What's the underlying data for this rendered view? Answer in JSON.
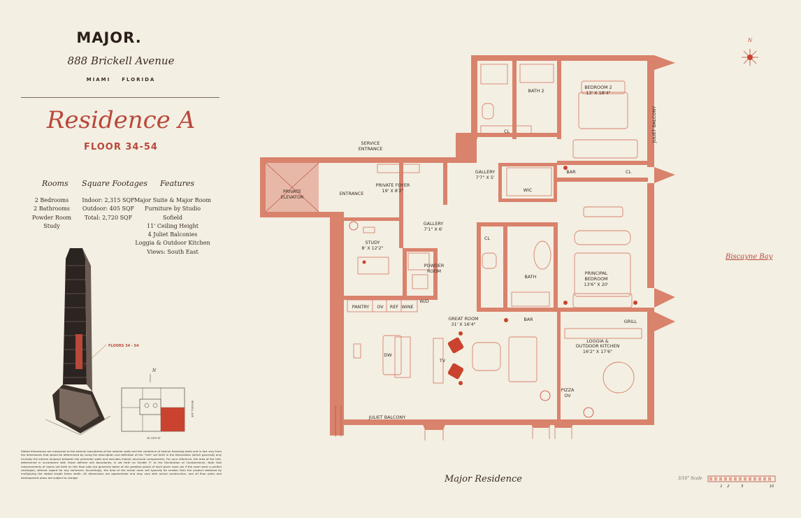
{
  "brand": {
    "name": "MAJOR.",
    "address": "888 Brickell Avenue",
    "city": "MIAMI",
    "state": "FLORIDA"
  },
  "residence": {
    "title": "Residence A",
    "floors": "FLOOR 34-54"
  },
  "columns": {
    "rooms": {
      "heading": "Rooms",
      "items": [
        "2 Bedrooms",
        "2 Bathrooms",
        "Powder Room",
        "Study"
      ]
    },
    "footage": {
      "heading": "Square Footages",
      "items": [
        "Indoor: 2,315 SQF",
        "Outdoor: 405 SQF",
        "Total: 2,720 SQF"
      ]
    },
    "features": {
      "heading": "Features",
      "items": [
        "Major Suite & Major Room",
        "Furniture by Studio Sofield",
        "11' Ceiling Height",
        "4 Juliet Balconies",
        "Loggia & Outdoor Kitchen",
        "Views: South East"
      ]
    }
  },
  "tower": {
    "floors_label": "FLOORS 34 - 54"
  },
  "keyplan": {
    "north": "N",
    "street_bottom": "SE 10TH ST",
    "street_right": "BRICKELL AVE"
  },
  "disclaimer": "Stated dimensions are measured to the exterior boundaries of the exterior walls and the centerline of interior demising walls and in fact vary from the dimensions that would be determined by using the description and definition of the \"Unit\" set forth in the Declaration (which generally only includes the interior airspace between the perimeter walls and excludes interior structural components). For your reference, the area of the Unit, determined in accordance with those defined unit boundaries, is set forth on Exhibit \"J\" to the Declaration of Condominium. Note that measurements of rooms set forth on this floor plan are generally taken at the greatest points of each given room (as if the room were a perfect rectangle), without regard for any variances. Accordingly, the area of the actual room will typically be smaller than the product obtained by multiplying the stated length times width. All dimensions are approximate and may vary with actual construction, and all floor plans and development plans are subject to change.",
  "plan": {
    "rooms": {
      "private_elevator": [
        "PRIVATE",
        "ELEVATOR"
      ],
      "entrance": "ENTRANCE",
      "service_entrance": [
        "SERVICE",
        "ENTRANCE"
      ],
      "private_foyer": [
        "PRIVATE FOYER",
        "19' X 8'2\""
      ],
      "gallery_top": [
        "GALLERY",
        "7'7\" X 5'"
      ],
      "gallery_mid": [
        "GALLERY",
        "7'1\" X 6'"
      ],
      "study": [
        "STUDY",
        "8' X 12'2\""
      ],
      "powder_room": [
        "POWDER",
        "ROOM"
      ],
      "wd": "W/D",
      "pantry": "PANTRY",
      "ov": "OV",
      "ref": "REF",
      "wine": "WINE",
      "great_room": [
        "GREAT ROOM",
        "31' X 16'4\""
      ],
      "bar_great": "BAR",
      "grill": "GRILL",
      "loggia": [
        "LOGGIA &",
        "OUTDOOR KITCHEN",
        "16'2\" X 17'6\""
      ],
      "pizza_ov": [
        "PIZZA",
        "OV"
      ],
      "dw": "DW",
      "tv": "TV",
      "juliet_balcony_bottom": "JULIET BALCONY",
      "juliet_balcony_right": "JULIET BALCONY",
      "bath2": "BATH 2",
      "cl_top": "CL",
      "bedroom2": [
        "BEDROOM 2",
        "13' X 18'4\""
      ],
      "bar_top": "BAR",
      "cl_right": "CL",
      "wic": "WIC",
      "cl_bath": "CL",
      "bath": "BATH",
      "principal": [
        "PRINCIPAL",
        "BEDROOM",
        "13'6\" X 20'"
      ]
    }
  },
  "compass": "N",
  "bay": "Biscayne Bay",
  "footer_title": "Major Residence",
  "scale": {
    "label": "3/16\" Scale",
    "ticks": [
      "1",
      "2",
      "5",
      "10"
    ]
  },
  "colors": {
    "accent": "#b8483a",
    "wall": "#d9826c",
    "floor": "#f3efe3",
    "ink": "#3a2a22"
  }
}
